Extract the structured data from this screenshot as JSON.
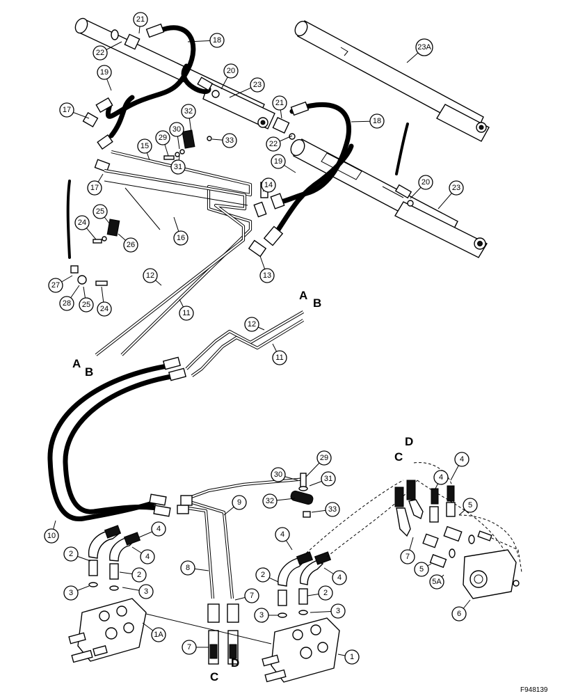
{
  "figure_id": "F948139",
  "connection_letters": [
    "A",
    "B",
    "A",
    "B",
    "C",
    "D",
    "C",
    "D"
  ],
  "callouts": [
    "21",
    "18",
    "22",
    "19",
    "20",
    "23",
    "23A",
    "17",
    "21",
    "18",
    "22",
    "32",
    "30",
    "29",
    "33",
    "15",
    "31",
    "17",
    "19",
    "14",
    "20",
    "23",
    "25",
    "24",
    "26",
    "16",
    "13",
    "27",
    "28",
    "25",
    "24",
    "12",
    "11",
    "12",
    "11",
    "10",
    "29",
    "30",
    "31",
    "32",
    "33",
    "9",
    "8",
    "7",
    "7",
    "4",
    "2",
    "4",
    "3",
    "2",
    "3",
    "1A",
    "4",
    "2",
    "3",
    "4",
    "2",
    "3",
    "1",
    "4",
    "4",
    "5",
    "5",
    "7",
    "5A",
    "6"
  ]
}
